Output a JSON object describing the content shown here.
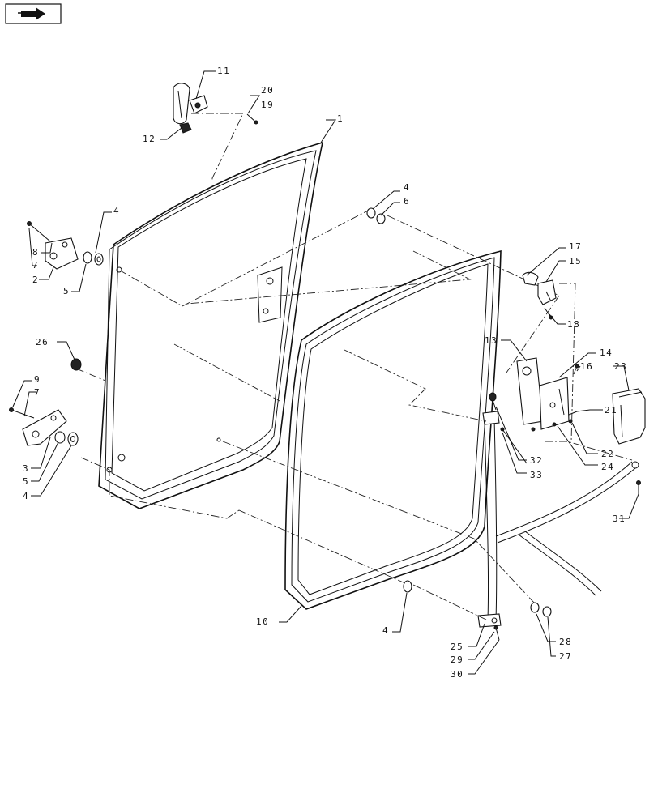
{
  "labels": {
    "l1": "1",
    "l2": "2",
    "l3": "3",
    "l4a": "4",
    "l4b": "4",
    "l4c": "4",
    "l4d": "4",
    "l5a": "5",
    "l5b": "5",
    "l6": "6",
    "l7a": "7",
    "l7b": "7",
    "l8": "8",
    "l9": "9",
    "l10": "10",
    "l11": "11",
    "l12": "12",
    "l13": "13",
    "l14": "14",
    "l15": "15",
    "l16": "16",
    "l17": "17",
    "l18": "18",
    "l19": "19",
    "l20": "20",
    "l21": "21",
    "l22": "22",
    "l23": "23",
    "l24": "24",
    "l25": "25",
    "l26": "26",
    "l27": "27",
    "l28": "28",
    "l29": "29",
    "l30": "30",
    "l31": "31",
    "l32": "32",
    "l33": "33"
  },
  "icons": {
    "nav": "next-page-arrow-icon"
  }
}
